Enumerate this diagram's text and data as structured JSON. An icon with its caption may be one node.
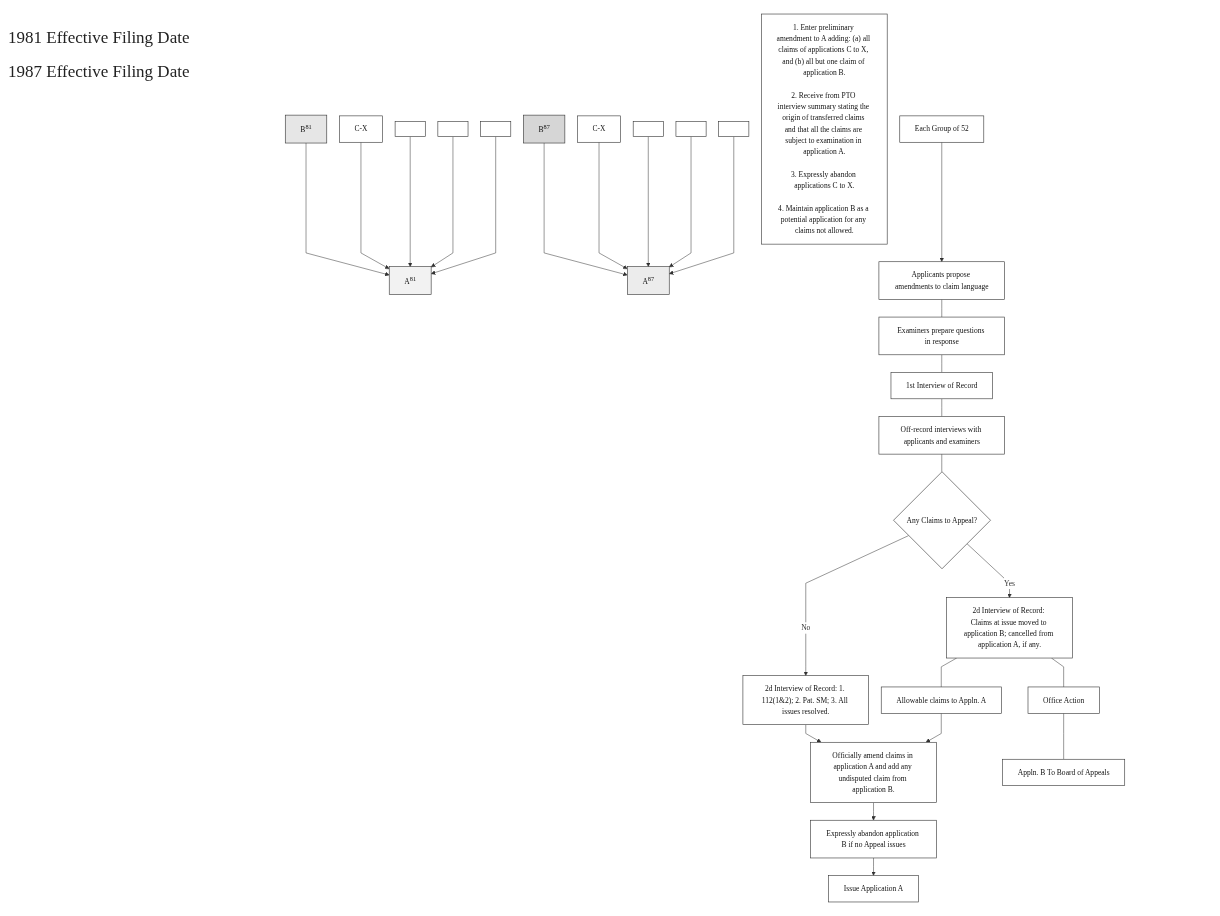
{
  "diagram": {
    "nodes": [
      {
        "text": [
          "A$^{81}$"
        ]
      },
      {
        "text": [
          "B$^{81}$"
        ]
      },
      {
        "text": [
          "C-X"
        ]
      },
      {
        "text": [],
        "shape": "box"
      },
      {
        "text": [],
        "shape": "box"
      },
      {
        "text": [],
        "shape": "box"
      },
      {
        "text": [
          "A$^{87}$"
        ]
      },
      {
        "text": [
          "B$^{87}$"
        ]
      },
      {
        "text": [
          "C-X"
        ]
      },
      {
        "text": [],
        "shape": "box"
      },
      {
        "text": [],
        "shape": "box"
      },
      {
        "text": [],
        "shape": "box"
      },
      {
        "text": [
          "1. Enter preliminary amendment to A adding: (a) all claims of applications C to X, and (b) all but one claim of application B.",
          "2. Receive from PTO interview summary stating the origin of transferred claims and that all the claims are subject to examination in application A.",
          "3. Expressly abandon applications C to X.",
          "4. Maintain application B as a potential application for any claims not allowed."
        ]
      },
      {
        "text": [
          "Each Group of 52"
        ]
      },
      {
        "text": [
          "Applicants propose amendments to claim language"
        ]
      },
      {
        "text": [
          "Examiners prepare questions in response"
        ]
      },
      {
        "text": [
          "1st Interview of Record"
        ]
      },
      {
        "text": [
          "Off-record interviews with applicants and examiners"
        ]
      },
      {
        "text": [
          "Any Claims to Appeal?"
        ]
      },
      {
        "text": [
          "2d Interview of Record: 1. 112(1&2); 2. Pat. SM; 3. All issues resolved."
        ]
      },
      {
        "text": [
          "2d Interview of Record: Claims at issue moved to application B; cancelled from application A, if any."
        ]
      },
      {
        "text": [
          "Officially amend claims in application A and add any undisputed claim from application B."
        ]
      },
      {
        "text": [
          "Allowable claims to Appln. A"
        ]
      },
      {
        "text": [
          "Office Action"
        ]
      },
      {
        "text": [
          "Expressly abandon application B if no Appeal issues"
        ]
      },
      {
        "text": [
          "Appln. B To Board of Appeals"
        ]
      },
      {
        "text": [
          "Issue Application A"
        ]
      }
    ],
    "edges": [
      {
        "from": 1,
        "to": 0,
        "arrow": "to"
      },
      {
        "from": 2,
        "to": 0,
        "arrow": "to"
      },
      {
        "from": 3,
        "to": 0,
        "arrow": "to"
      },
      {
        "from": 4,
        "to": 0,
        "arrow": "to"
      },
      {
        "from": 5,
        "to": 0,
        "arrow": "to"
      },
      {
        "from": 7,
        "to": 6,
        "arrow": "to"
      },
      {
        "from": 8,
        "to": 6,
        "arrow": "to"
      },
      {
        "from": 9,
        "to": 6,
        "arrow": "to"
      },
      {
        "from": 10,
        "to": 6,
        "arrow": "to"
      },
      {
        "from": 11,
        "to": 6,
        "arrow": "to"
      },
      {
        "from": 13,
        "to": 14,
        "arrow": "to"
      },
      {
        "from": 14,
        "to": 15,
        "arrow": "none"
      },
      {
        "from": 15,
        "to": 16,
        "arrow": "none"
      },
      {
        "from": 16,
        "to": 17,
        "arrow": "none"
      },
      {
        "from": 17,
        "to": 18,
        "arrow": "none"
      },
      {
        "from": 18,
        "to": 19,
        "arrow": "to",
        "label": "No"
      },
      {
        "from": 18,
        "to": 20,
        "arrow": "to",
        "label": "Yes"
      },
      {
        "from": 19,
        "to": 21,
        "arrow": "to"
      },
      {
        "from": 20,
        "to": 22,
        "arrow": "none"
      },
      {
        "from": 20,
        "to": 23,
        "arrow": "none"
      },
      {
        "from": 22,
        "to": 21,
        "arrow": "to"
      },
      {
        "from": 23,
        "to": 25,
        "arrow": "none"
      },
      {
        "from": 21,
        "to": 24,
        "arrow": "to"
      },
      {
        "from": 24,
        "to": 26,
        "arrow": "to"
      }
    ],
    "labels": [
      "1981 Effective Filing Date",
      "1987 Effective Filing Date"
    ]
  }
}
